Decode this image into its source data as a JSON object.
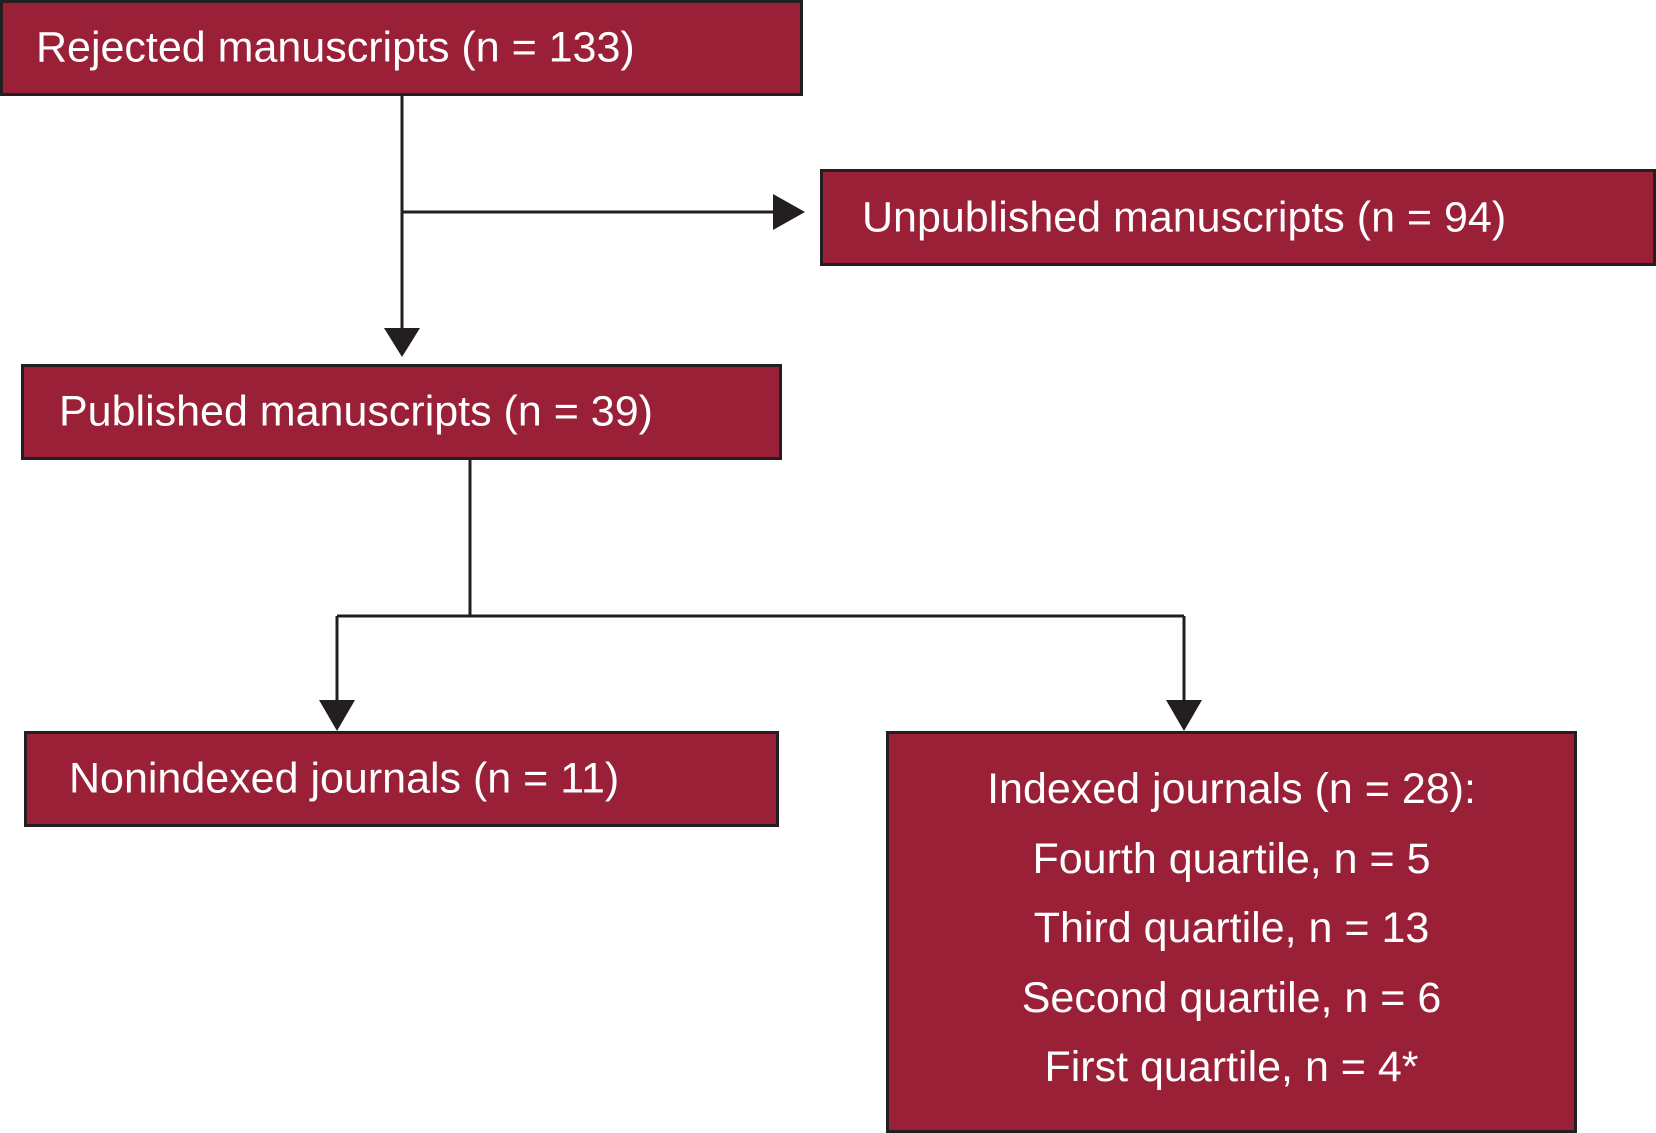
{
  "diagram": {
    "colors": {
      "box_fill": "#9a2038",
      "box_border": "#231f20",
      "text": "#ffffff",
      "connector": "#231f20"
    },
    "nodes": {
      "rejected": {
        "label": "Rejected manuscripts (n = 133)"
      },
      "unpublished": {
        "label": "Unpublished manuscripts (n = 94)"
      },
      "published": {
        "label": "Published manuscripts (n = 39)"
      },
      "nonindexed": {
        "label": "Nonindexed journals (n = 11)"
      },
      "indexed": {
        "lines": [
          "Indexed journals (n = 28):",
          "Fourth quartile, n = 5",
          "Third quartile, n = 13",
          "Second quartile, n = 6",
          "First quartile, n = 4*"
        ]
      }
    },
    "edges": [
      {
        "from": "rejected",
        "to": "unpublished"
      },
      {
        "from": "rejected",
        "to": "published"
      },
      {
        "from": "published",
        "to": "nonindexed"
      },
      {
        "from": "published",
        "to": "indexed"
      }
    ]
  }
}
